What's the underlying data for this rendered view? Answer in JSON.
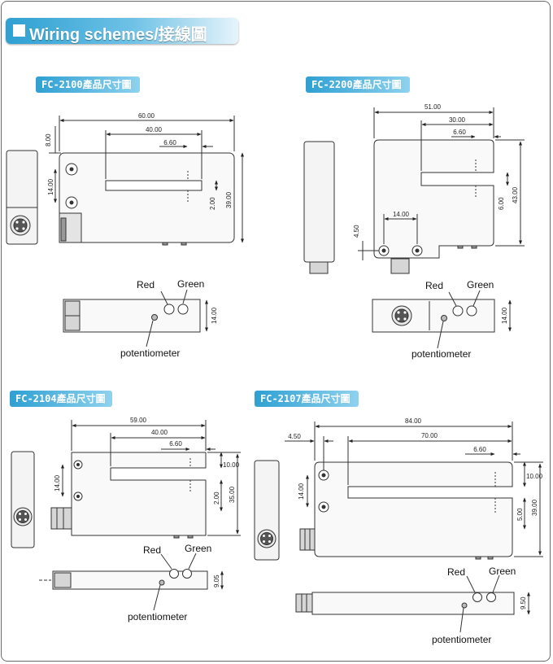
{
  "header": {
    "title": "Wiring schemes/接線圖"
  },
  "models": [
    {
      "tab": "FC-2100產品尺寸圖",
      "dims": {
        "width": "60.00",
        "slot_len": "40.00",
        "slot_w": "6.60",
        "top": "8.00",
        "hole_pitch": "14.00",
        "slot_gap": "2.00",
        "height": "39.00",
        "side": "14.00"
      }
    },
    {
      "tab": "FC-2200產品尺寸圖",
      "dims": {
        "width": "51.00",
        "slot_len": "30.00",
        "slot_w": "6.60",
        "hole_pitch": "14.00",
        "hole_off": "4.50",
        "slot_gap": "6.00",
        "height": "43.00",
        "side": "14.00"
      }
    },
    {
      "tab": "FC-2104產品尺寸圖",
      "dims": {
        "width": "59.00",
        "slot_len": "40.00",
        "slot_w": "6.60",
        "hole_pitch": "14.00",
        "depth": "10.00",
        "slot_gap": "2.00",
        "height": "35.00",
        "side": "9.05"
      }
    },
    {
      "tab": "FC-2107產品尺寸圖",
      "dims": {
        "hole_off": "4.50",
        "width": "84.00",
        "slot_len": "70.00",
        "slot_w": "6.60",
        "hole_pitch": "14.00",
        "depth": "10.00",
        "slot_gap": "5.00",
        "height": "39.00",
        "side": "9.50"
      }
    }
  ],
  "labels": {
    "red": "Red",
    "green": "Green",
    "pot": "potentiometer"
  }
}
